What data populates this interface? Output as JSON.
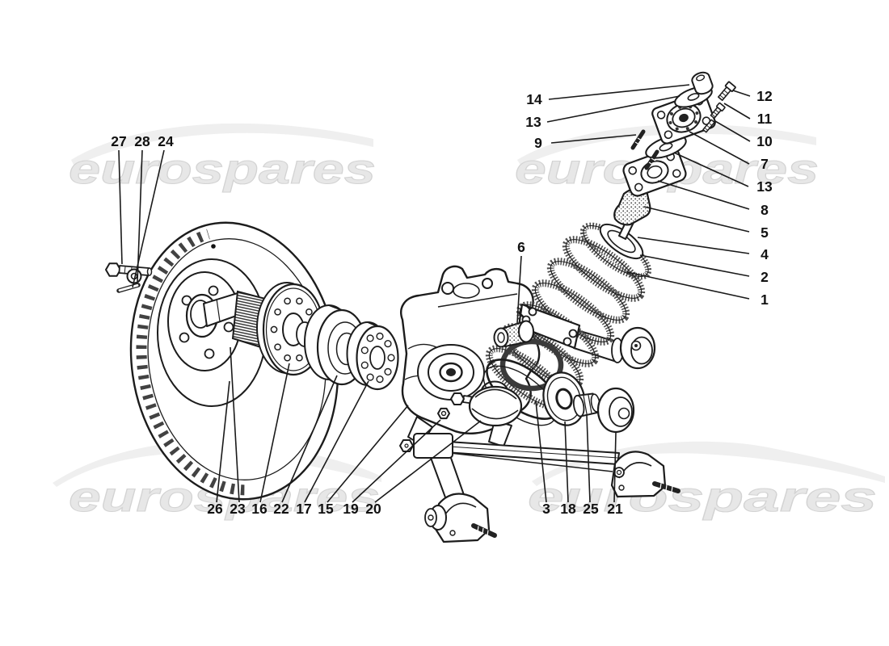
{
  "watermark": {
    "text": "eurospares",
    "color": "#e7e7e7"
  },
  "diagram": {
    "callouts": {
      "top_left": [
        "27",
        "28",
        "24"
      ],
      "shock_upper_left": [
        "14",
        "13",
        "9"
      ],
      "center": [
        "6"
      ],
      "right_column": [
        "12",
        "11",
        "10",
        "7",
        "13",
        "8",
        "5",
        "4",
        "2",
        "1"
      ],
      "bottom_left": [
        "26",
        "23",
        "16",
        "22",
        "17",
        "15",
        "19",
        "20"
      ],
      "bottom_center": [
        "3",
        "18",
        "25",
        "21"
      ]
    }
  }
}
